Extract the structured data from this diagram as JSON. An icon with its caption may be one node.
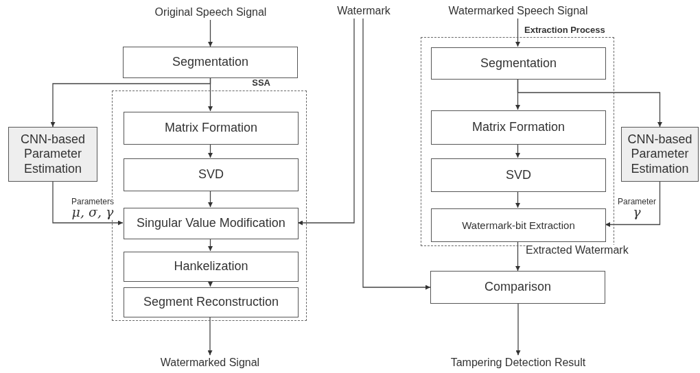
{
  "diagram": {
    "nodes": [
      {
        "text": [
          "Original Speech Signal"
        ]
      },
      {
        "text": [
          "Segmentation"
        ]
      },
      {
        "text": [
          "SSA"
        ]
      },
      {
        "text": [
          "Matrix Formation"
        ],
        "in": 2
      },
      {
        "text": [
          "SVD"
        ],
        "in": 2
      },
      {
        "text": [
          "Singular Value Modification"
        ],
        "in": 2
      },
      {
        "text": [
          "Hankelization"
        ],
        "in": 2
      },
      {
        "text": [
          "Segment Reconstruction"
        ],
        "in": 2
      },
      {
        "text": [
          "Watermarked Signal"
        ]
      },
      {
        "text": [
          "CNN-based Parameter Estimation"
        ]
      },
      {
        "text": [
          "Watermark"
        ]
      },
      {
        "text": [
          "Watermarked Speech Signal"
        ]
      },
      {
        "text": [
          "Extraction Process"
        ]
      },
      {
        "text": [
          "Segmentation"
        ],
        "in": 12
      },
      {
        "text": [
          "Matrix Formation"
        ],
        "in": 12
      },
      {
        "text": [
          "SVD"
        ],
        "in": 12
      },
      {
        "text": [
          "Watermark-bit Extraction"
        ],
        "in": 12
      },
      {
        "text": [
          "CNN-based Parameter Estimation"
        ]
      },
      {
        "text": [
          "Comparison"
        ]
      },
      {
        "text": [
          "Tampering Detection Result"
        ]
      }
    ],
    "edges": [
      {
        "from": 0,
        "to": 1,
        "arrow": "to"
      },
      {
        "from": 1,
        "to": 3,
        "arrow": "to"
      },
      {
        "from": 1,
        "to": 9,
        "arrow": "to"
      },
      {
        "from": 3,
        "to": 4,
        "arrow": "to"
      },
      {
        "from": 4,
        "to": 5,
        "arrow": "to"
      },
      {
        "from": 5,
        "to": 6,
        "arrow": "to"
      },
      {
        "from": 6,
        "to": 7,
        "arrow": "to"
      },
      {
        "from": 7,
        "to": 8,
        "arrow": "to"
      },
      {
        "from": 9,
        "to": 5,
        "arrow": "to",
        "label": "Parameters *μ, σ, γ*"
      },
      {
        "from": 10,
        "to": 5,
        "arrow": "to"
      },
      {
        "from": 10,
        "to": 18,
        "arrow": "to"
      },
      {
        "from": 11,
        "to": 13,
        "arrow": "to"
      },
      {
        "from": 13,
        "to": 14,
        "arrow": "to"
      },
      {
        "from": 13,
        "to": 17,
        "arrow": "to"
      },
      {
        "from": 14,
        "to": 15,
        "arrow": "to"
      },
      {
        "from": 15,
        "to": 16,
        "arrow": "to"
      },
      {
        "from": 17,
        "to": 16,
        "arrow": "to",
        "label": "Parameter *γ*"
      },
      {
        "from": 16,
        "to": 18,
        "arrow": "to",
        "label": "Extracted Watermark"
      },
      {
        "from": 18,
        "to": 19,
        "arrow": "to"
      }
    ]
  }
}
